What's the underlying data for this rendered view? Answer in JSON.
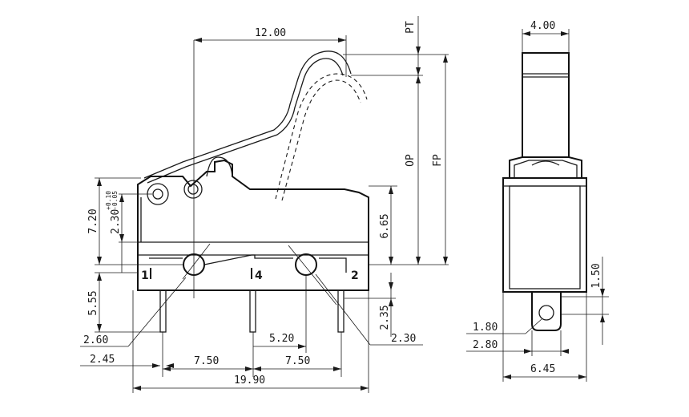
{
  "dimensions": {
    "lever_offset": "12.00",
    "pt": "PT",
    "op": "OP",
    "fp": "FP",
    "height_total": "7.20",
    "pivot_height": "2.30",
    "pivot_tol_upper": "+0.10",
    "pivot_tol_lower": "-0.05",
    "body_height": "6.65",
    "terminal_length": "5.55",
    "terminal_offset": "2.35",
    "hole_left": "2.60",
    "left_offset": "2.45",
    "pitch_left": "7.50",
    "pitch_right": "7.50",
    "center_offset": "5.20",
    "hole_right": "2.30",
    "overall_length": "19.90",
    "side_width": "4.00",
    "side_terminal_hole": "1.80",
    "side_terminal_width": "2.80",
    "side_body_width": "6.45",
    "side_terminal_height": "1.50"
  },
  "terminals": {
    "t1": "1",
    "t4": "4",
    "t2": "2"
  }
}
